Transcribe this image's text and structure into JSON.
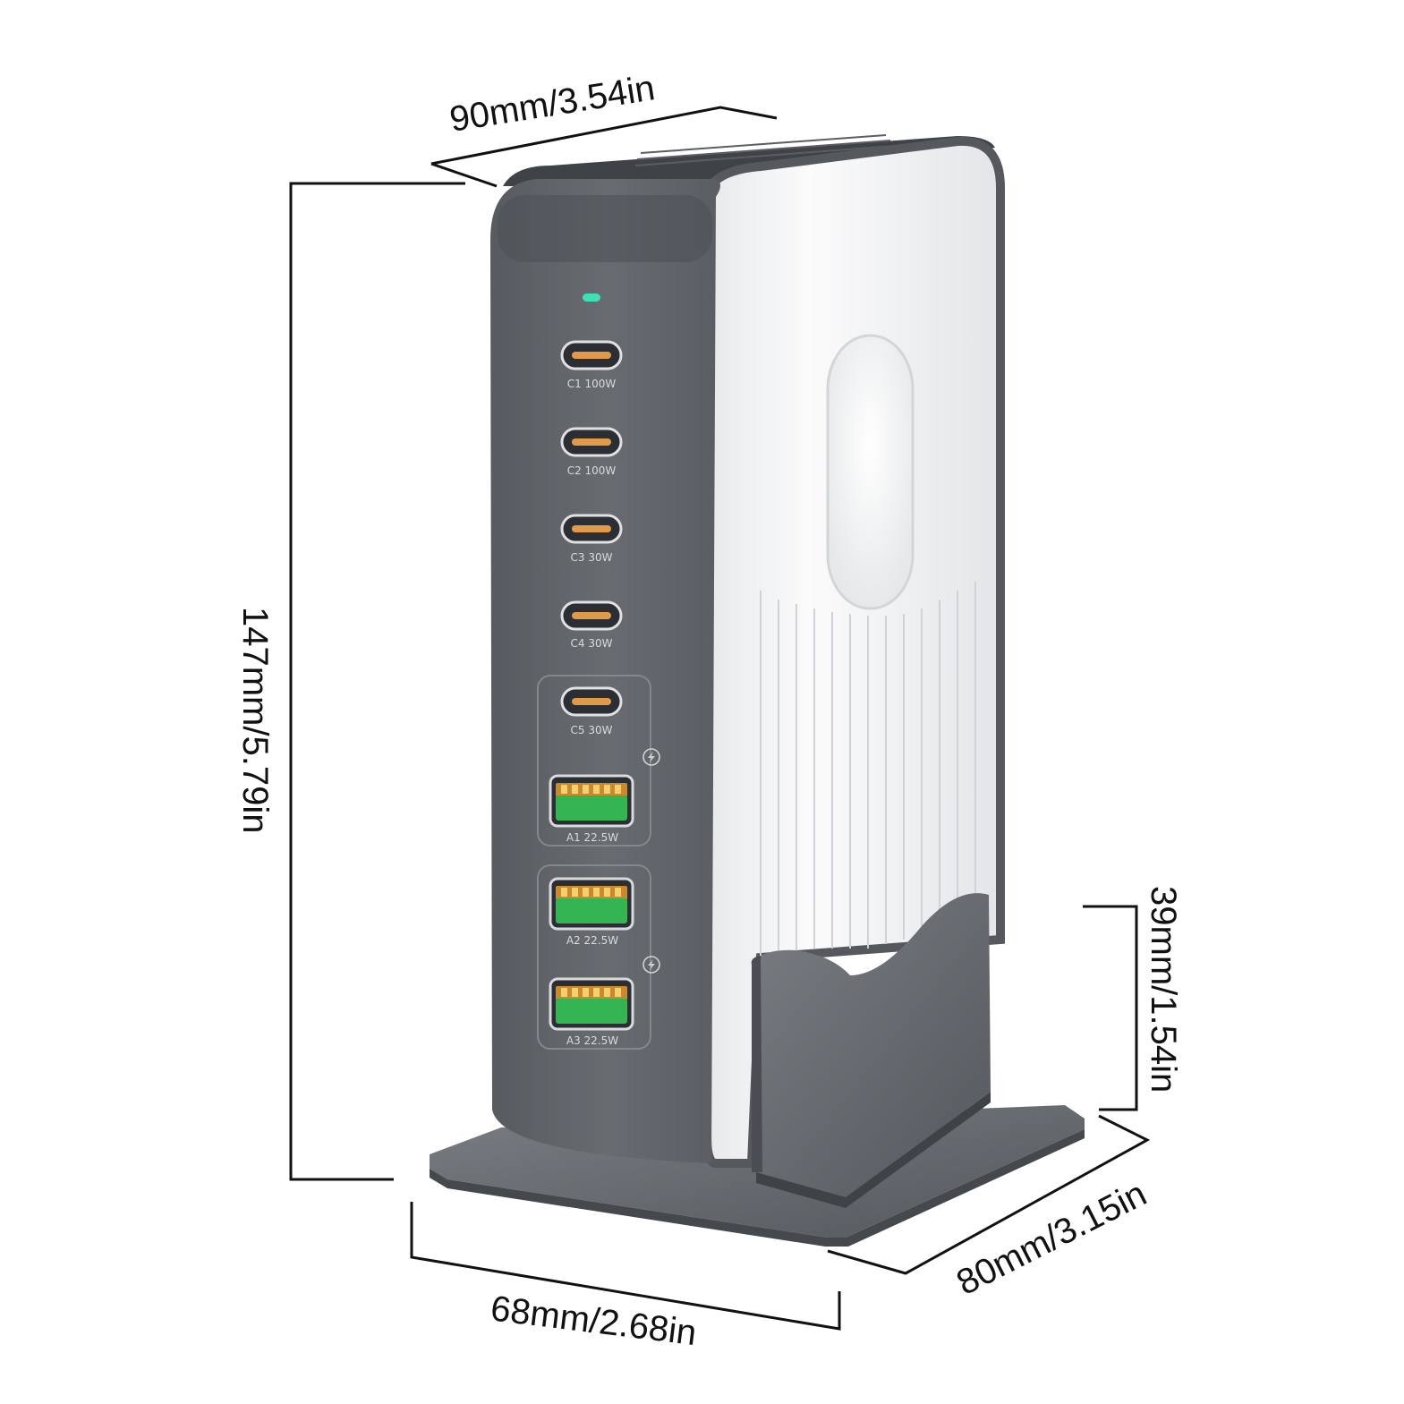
{
  "dimensions": {
    "width_label": "90mm/3.54in",
    "height_label": "147mm/5.79in",
    "stand_height_label": "39mm/1.54in",
    "depth_label": "80mm/3.15in",
    "base_width_label": "68mm/2.68in"
  },
  "ports": [
    {
      "type": "usb-c",
      "label": "C1 100W"
    },
    {
      "type": "usb-c",
      "label": "C2 100W"
    },
    {
      "type": "usb-c",
      "label": "C3 30W"
    },
    {
      "type": "usb-c",
      "label": "C4 30W"
    },
    {
      "type": "usb-c",
      "label": "C5 30W"
    },
    {
      "type": "usb-a",
      "label": "A1 22.5W"
    },
    {
      "type": "usb-a",
      "label": "A2 22.5W"
    },
    {
      "type": "usb-a",
      "label": "A3 22.5W"
    }
  ],
  "colors": {
    "body_dark": "#62666b",
    "body_white": "#f4f5f6",
    "usb_c_insert": "#e09a4a",
    "usb_a_insert": "#34b552",
    "indicator_led": "#3fe0b6"
  },
  "icons": [
    "lightning-icon",
    "lightning-icon"
  ]
}
